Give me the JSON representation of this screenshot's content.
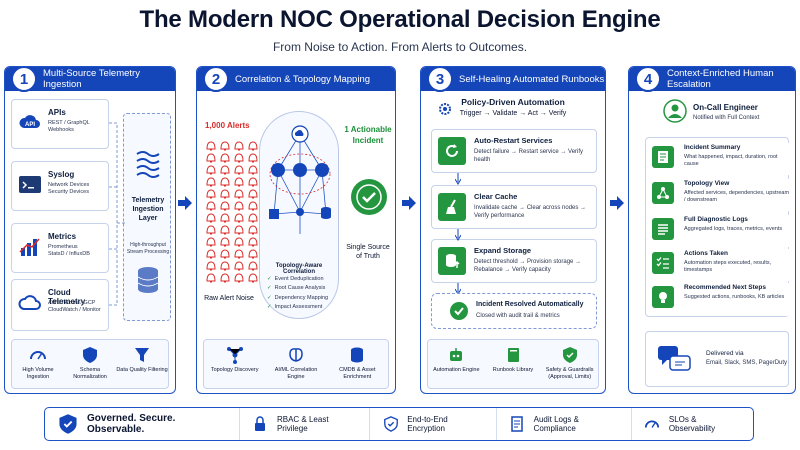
{
  "title": "The Modern NOC Operational Decision Engine",
  "subtitle": "From Noise to Action. From Alerts to Outcomes.",
  "colors": {
    "primary": "#1546b9",
    "green": "#23963f",
    "red": "#d92b2b"
  },
  "columns": [
    {
      "num": "1",
      "title": "Multi-Source Telemetry Ingestion"
    },
    {
      "num": "2",
      "title": "Correlation & Topology Mapping"
    },
    {
      "num": "3",
      "title": "Self-Healing Automated Runbooks"
    },
    {
      "num": "4",
      "title": "Context-Enriched Human Escalation"
    }
  ],
  "ingestion": {
    "sources": [
      {
        "name": "APIs",
        "desc": "REST / GraphQL\nWebhooks",
        "icon": "cloud-api-icon"
      },
      {
        "name": "Syslog",
        "desc": "Network Devices\nSecurity Devices",
        "icon": "terminal-icon"
      },
      {
        "name": "Metrics",
        "desc": "Prometheus\nStatsD / InfluxDB",
        "icon": "bar-chart-icon"
      },
      {
        "name": "Cloud Telemetry",
        "desc": "AWS / Azure / GCP\nCloudWatch / Monitor",
        "icon": "cloud-icon"
      }
    ],
    "layer_title": "Telemetry Ingestion Layer",
    "layer_sub": "High-throughput Stream Processing",
    "features": [
      {
        "label": "High Volume Ingestion",
        "icon": "gauge-icon"
      },
      {
        "label": "Schema Normalization",
        "icon": "shield-icon"
      },
      {
        "label": "Data Quality Filtering",
        "icon": "filter-icon"
      }
    ]
  },
  "correlation": {
    "alerts_label": "1,000 Alerts",
    "raw_label": "Raw Alert Noise",
    "panel_title": "Topology-Aware Correlation",
    "checks": [
      "Event Deduplication",
      "Root Cause Analysis",
      "Dependency Mapping",
      "Impact Assessment"
    ],
    "actionable": "1 Actionable Incident",
    "truth": "Single Source of Truth",
    "features": [
      {
        "label": "Topology Discovery",
        "icon": "network-icon"
      },
      {
        "label": "AI/ML Correlation Engine",
        "icon": "brain-icon"
      },
      {
        "label": "CMDB & Asset Enrichment",
        "icon": "database-icon"
      }
    ]
  },
  "runbooks": {
    "policy_title": "Policy-Driven Automation",
    "policy_sub": "Trigger → Validate → Act → Verify",
    "steps": [
      {
        "name": "Auto-Restart Services",
        "desc": "Detect failure → Restart service → Verify health",
        "icon": "restart-icon"
      },
      {
        "name": "Clear Cache",
        "desc": "Invalidate cache → Clear across nodes → Verify performance",
        "icon": "broom-icon"
      },
      {
        "name": "Expand Storage",
        "desc": "Detect threshold → Provision storage → Rebalance → Verify capacity",
        "icon": "storage-up-icon"
      }
    ],
    "resolved_title": "Incident Resolved Automatically",
    "resolved_sub": "Closed with audit trail & metrics",
    "features": [
      {
        "label": "Automation Engine",
        "icon": "robot-icon"
      },
      {
        "label": "Runbook Library",
        "icon": "book-icon"
      },
      {
        "label": "Safety & Guardrails (Approval, Limits)",
        "icon": "shield-check-icon"
      }
    ]
  },
  "escalation": {
    "engineer": "On-Call Engineer",
    "engineer_sub": "Notified with Full Context",
    "items": [
      {
        "name": "Incident Summary",
        "desc": "What happened, impact, duration, root cause",
        "icon": "document-icon"
      },
      {
        "name": "Topology View",
        "desc": "Affected services, dependencies, upstream / downstream",
        "icon": "topology-icon"
      },
      {
        "name": "Full Diagnostic Logs",
        "desc": "Aggregated logs, traces, metrics, events",
        "icon": "logs-icon"
      },
      {
        "name": "Actions Taken",
        "desc": "Automation steps executed, results, timestamps",
        "icon": "checklist-icon"
      },
      {
        "name": "Recommended Next Steps",
        "desc": "Suggested actions, runbooks, KB articles",
        "icon": "lightbulb-icon"
      }
    ],
    "delivered": "Delivered via",
    "channels": "Email, Slack, SMS, PagerDuty"
  },
  "bottom": [
    {
      "label": "Governed. Secure. Observable.",
      "icon": "shield-check-icon"
    },
    {
      "label": "RBAC & Least Privilege",
      "icon": "lock-icon"
    },
    {
      "label": "End-to-End Encryption",
      "icon": "shield-icon"
    },
    {
      "label": "Audit Logs & Compliance",
      "icon": "document-icon"
    },
    {
      "label": "SLOs & Observability",
      "icon": "gauge-icon"
    }
  ]
}
